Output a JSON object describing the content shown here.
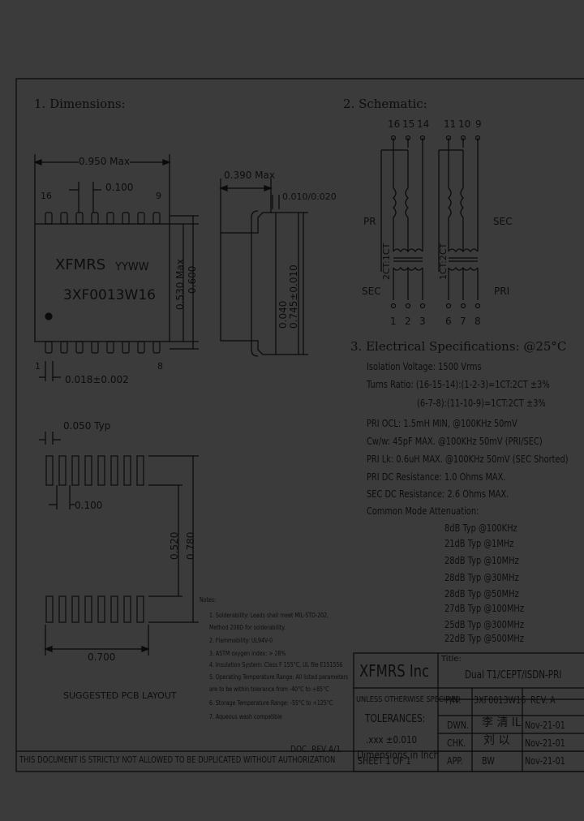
{
  "sections": {
    "dimensions": "1. Dimensions:",
    "schematic": "2. Schematic:",
    "electrical": "3. Electrical   Specifications: @25°C"
  },
  "dimensions": {
    "width_max": "0.950 Max",
    "pitch_top": "0.100",
    "height_max": "0.390 Max",
    "lead_thk": "0.010/0.020",
    "body_530": "0.530 Max",
    "body_600": "0.600",
    "standoff": "0.040",
    "lead_span": "0.745±0.010",
    "lead_w": "0.018±0.002",
    "pin16": "16",
    "pin9": "9",
    "pin1": "1",
    "pin8": "8",
    "marking1": "XFMRS",
    "marking2": "YYWW",
    "marking3": "3XF0013W16"
  },
  "pcb": {
    "pad_w": "0.050 Typ",
    "pad_pitch": "0.100",
    "row_gap": "0.520",
    "row_span": "0.780",
    "width": "0.700",
    "caption": "SUGGESTED PCB LAYOUT"
  },
  "schematic": {
    "top_left_pins": [
      "16",
      "15",
      "14"
    ],
    "top_right_pins": [
      "11",
      "10",
      "9"
    ],
    "bottom_left_pins": [
      "1",
      "2",
      "3"
    ],
    "bottom_right_pins": [
      "6",
      "7",
      "8"
    ],
    "pr": "PR",
    "sec_left": "SEC",
    "sec_right": "SEC",
    "pri_right": "PRI",
    "ratio_left": "2CT:1CT",
    "ratio_right": "1CT:2CT"
  },
  "specs": [
    "Isolation Voltage: 1500 Vrms",
    "Turns Ratio: (16-15-14):(1-2-3)=1CT:2CT ±3%",
    "(6-7-8):(11-10-9)=1CT:2CT ±3%",
    "PRI OCL: 1.5mH MIN, @100KHz 50mV",
    "Cw/w: 45pF MAX. @100KHz 50mV (PRI/SEC)",
    "PRI Lk: 0.6uH MAX. @100KHz 50mV (SEC Shorted)",
    "PRI DC Resistance: 1.0 Ohms MAX.",
    "SEC DC Resistance: 2.6 Ohms MAX.",
    "Common Mode Attenuation:"
  ],
  "attenuation": [
    "8dB Typ @100KHz",
    "21dB Typ @1MHz",
    "28dB Typ @10MHz",
    "28dB Typ @30MHz",
    "28dB Typ @50MHz",
    "27dB Typ @100MHz",
    "25dB Typ @300MHz",
    "22dB Typ @500MHz"
  ],
  "notes": {
    "heading": "Notes:",
    "items": [
      "1. Solderability: Leads shall meet MIL-STD-202,",
      "    Method 208D for solderability.",
      "2. Flammability: UL94V-0",
      "3. ASTM oxygen index: > 28%",
      "4. Insulation System: Class F 155°C, UL file E151556",
      "5. Operating Temperature Range: All listed parameters",
      "    are to be within tolerance from -40°C to +85°C",
      "6. Storage Temperature Range: -55°C to +125°C",
      "7. Aqueous wash compatible"
    ]
  },
  "title_block": {
    "company": "XFMRS Inc",
    "title_label": "Title:",
    "title": "Dual T1/CEPT/ISDN-PRI",
    "unless": "UNLESS OTHERWISE SPECIFIED",
    "pn_label": "P/N:",
    "pn": "3XF0013W16",
    "rev": "REV. A",
    "tolerances": "TOLERANCES:",
    "tol_value": ".xxx ±0.010",
    "dims_in": "Dimensions in Inch",
    "dwn_label": "DWN.",
    "dwn_sig": "李 清 lL",
    "dwn_date": "Nov-21-01",
    "chk_label": "CHK.",
    "chk_sig": "刘 以",
    "chk_date": "Nov-21-01",
    "app_label": "APP.",
    "app_sig": "BW",
    "app_date": "Nov-21-01",
    "doc_rev": "DOC. REV A/1",
    "sheet": "SHEET  1  OF  1",
    "disclaimer": "THIS DOCUMENT IS STRICTLY NOT ALLOWED TO BE DUPLICATED WITHOUT AUTHORIZATION"
  }
}
